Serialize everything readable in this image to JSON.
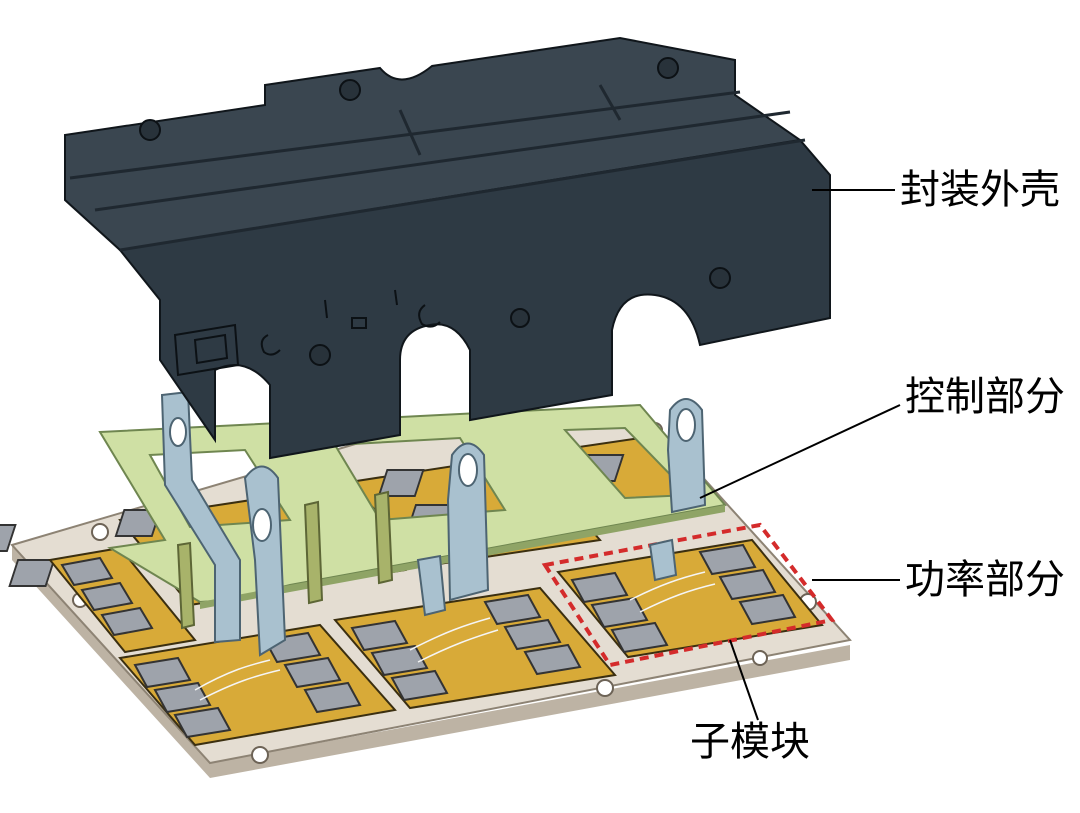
{
  "labels": {
    "housing": "封装外壳",
    "control": "控制部分",
    "power": "功率部分",
    "submodule": "子模块"
  },
  "colors": {
    "housing": "#2e3a44",
    "housing_top": "#3a4650",
    "housing_dark": "#1f2830",
    "baseplate": "#e4ddd2",
    "baseplate_edge": "#bdb3a4",
    "control_board": "#cfe0a4",
    "control_board_edge": "#8fa466",
    "terminal": "#a9c1cf",
    "terminal_edge": "#5e7a8a",
    "substrate": "#d8aa38",
    "chip": "#9ea3ab",
    "submodule_outline": "#d42b2b",
    "callout_line": "#000000"
  },
  "icons": {
    "housing": "power-module-housing",
    "control": "control-pcb",
    "power": "baseplate-with-dbc-substrates"
  }
}
